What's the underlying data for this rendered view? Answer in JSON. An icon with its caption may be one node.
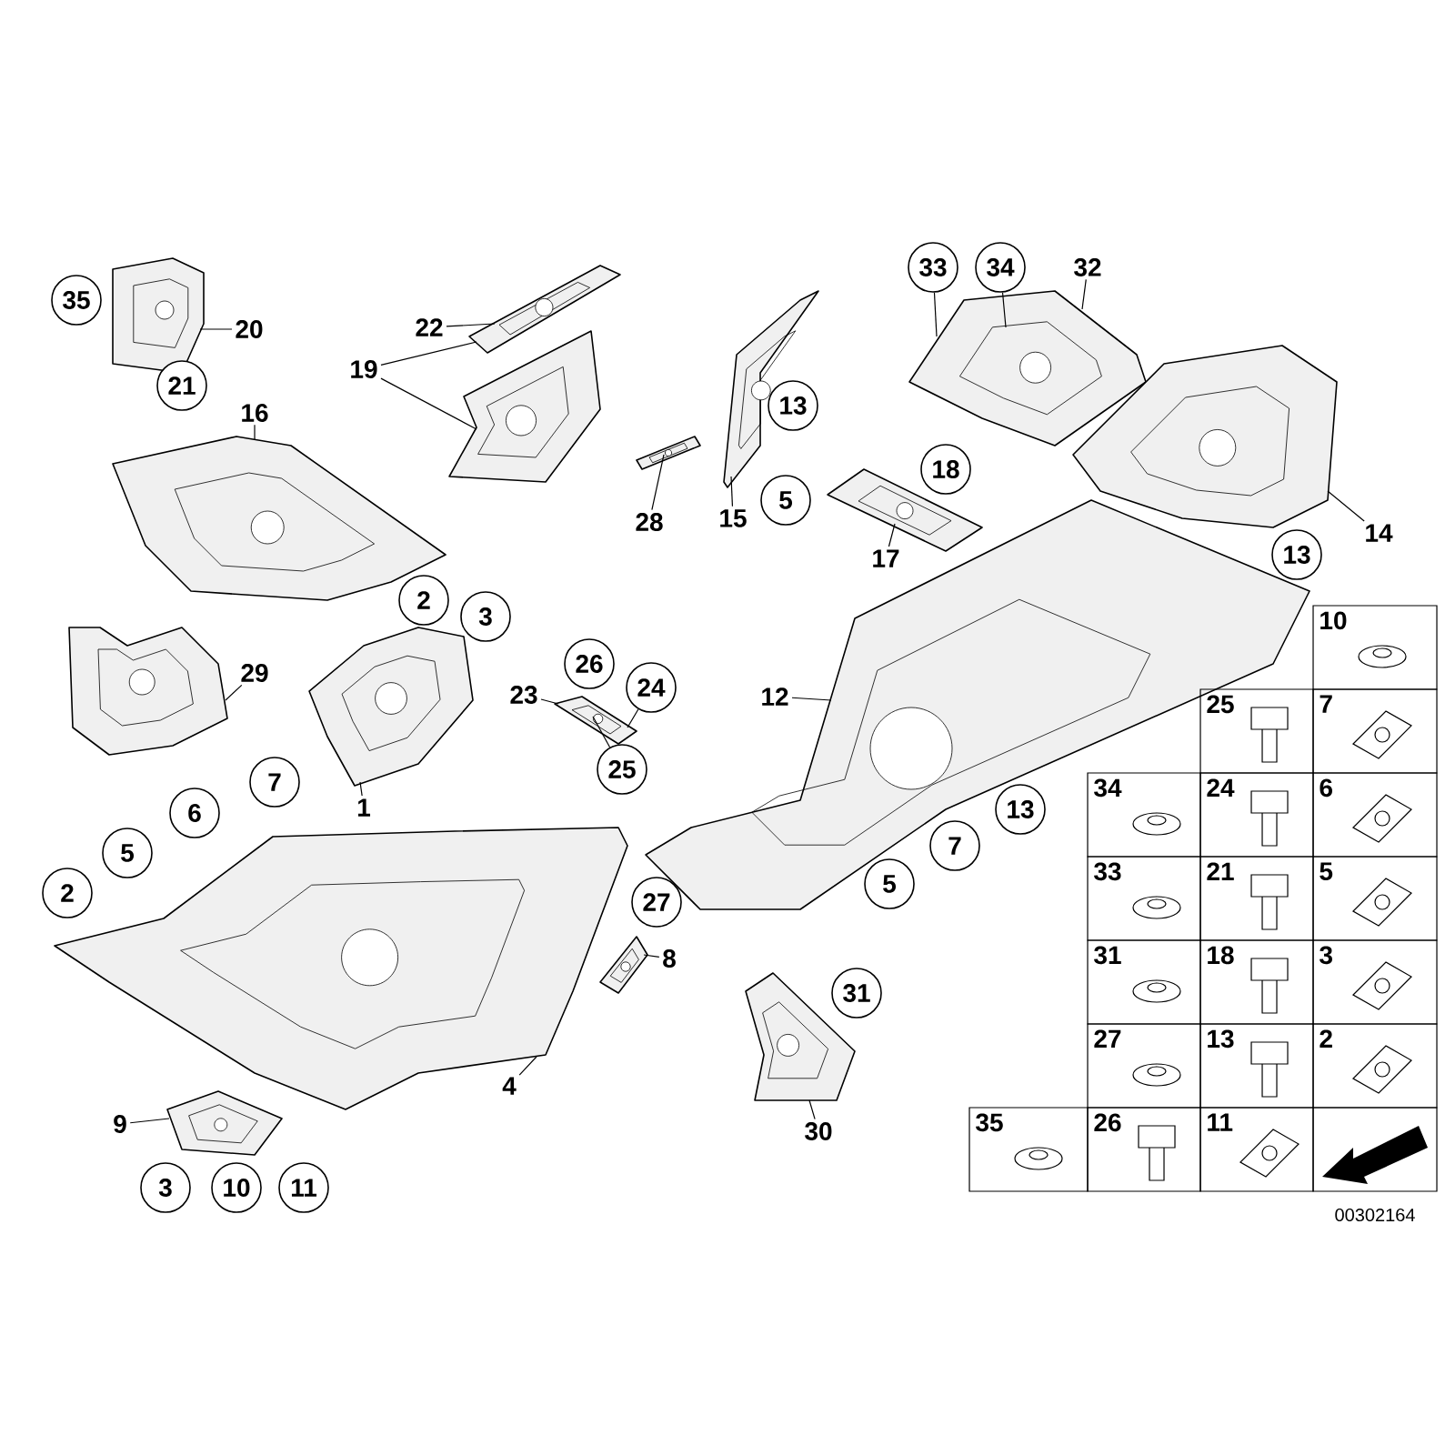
{
  "diagram": {
    "nodes": [
      {
        "text": [
          "20"
        ]
      },
      {
        "text": [],
        "shape": "picture"
      },
      {
        "text": [
          "22"
        ]
      },
      {
        "text": [],
        "shape": "picture"
      },
      {
        "text": [
          "19"
        ]
      },
      {
        "text": [],
        "shape": "picture"
      },
      {
        "text": [
          "16"
        ]
      },
      {
        "text": [],
        "shape": "picture"
      },
      {
        "text": [
          "33"
        ]
      },
      {
        "text": [
          "34"
        ]
      },
      {
        "text": [
          "32"
        ]
      },
      {
        "text": [],
        "shape": "picture"
      },
      {
        "text": [
          "28"
        ]
      },
      {
        "text": [],
        "shape": "picture"
      },
      {
        "text": [
          "15"
        ]
      },
      {
        "text": [],
        "shape": "picture"
      },
      {
        "text": [
          "14"
        ]
      },
      {
        "text": [],
        "shape": "picture"
      },
      {
        "text": [
          "17"
        ]
      },
      {
        "text": [],
        "shape": "picture"
      },
      {
        "text": [
          "12"
        ]
      },
      {
        "text": [],
        "shape": "picture"
      },
      {
        "text": [
          "29"
        ]
      },
      {
        "text": [],
        "shape": "picture"
      },
      {
        "text": [
          "1"
        ]
      },
      {
        "text": [],
        "shape": "picture"
      },
      {
        "text": [
          "23"
        ]
      },
      {
        "text": [
          "24"
        ]
      },
      {
        "text": [
          "25"
        ]
      },
      {
        "text": [],
        "shape": "picture"
      },
      {
        "text": [
          "4"
        ]
      },
      {
        "text": [],
        "shape": "picture"
      },
      {
        "text": [
          "8"
        ]
      },
      {
        "text": [],
        "shape": "picture"
      },
      {
        "text": [
          "9"
        ]
      },
      {
        "text": [],
        "shape": "picture"
      },
      {
        "text": [
          "30"
        ]
      },
      {
        "text": [],
        "shape": "picture"
      },
      {
        "text": [
          "35"
        ]
      },
      {
        "text": [
          "21"
        ]
      },
      {
        "text": [
          "13"
        ]
      },
      {
        "text": [
          "18"
        ]
      },
      {
        "text": [
          "5"
        ]
      },
      {
        "text": [
          "13"
        ]
      },
      {
        "text": [
          "2"
        ]
      },
      {
        "text": [
          "3"
        ]
      },
      {
        "text": [
          "26"
        ]
      },
      {
        "text": [
          "7"
        ]
      },
      {
        "text": [
          "13"
        ]
      },
      {
        "text": [
          "6"
        ]
      },
      {
        "text": [
          "7"
        ]
      },
      {
        "text": [
          "5"
        ]
      },
      {
        "text": [
          "5"
        ]
      },
      {
        "text": [
          "2"
        ]
      },
      {
        "text": [
          "27"
        ]
      },
      {
        "text": [
          "31"
        ]
      },
      {
        "text": [
          "3"
        ]
      },
      {
        "text": [
          "10"
        ]
      },
      {
        "text": [
          "11"
        ]
      }
    ],
    "edges": [
      {
        "from": 0,
        "to": 1,
        "arrow": "none"
      },
      {
        "from": 2,
        "to": 3,
        "arrow": "none"
      },
      {
        "from": 4,
        "to": 3,
        "arrow": "none"
      },
      {
        "from": 4,
        "to": 5,
        "arrow": "none"
      },
      {
        "from": 6,
        "to": 7,
        "arrow": "none"
      },
      {
        "from": 8,
        "to": 11,
        "arrow": "none"
      },
      {
        "from": 9,
        "to": 11,
        "arrow": "none"
      },
      {
        "from": 10,
        "to": 11,
        "arrow": "none"
      },
      {
        "from": 12,
        "to": 13,
        "arrow": "none"
      },
      {
        "from": 14,
        "to": 15,
        "arrow": "none"
      },
      {
        "from": 16,
        "to": 17,
        "arrow": "none"
      },
      {
        "from": 18,
        "to": 19,
        "arrow": "none"
      },
      {
        "from": 20,
        "to": 21,
        "arrow": "none"
      },
      {
        "from": 22,
        "to": 23,
        "arrow": "none"
      },
      {
        "from": 24,
        "to": 25,
        "arrow": "none"
      },
      {
        "from": 26,
        "to": 29,
        "arrow": "none"
      },
      {
        "from": 27,
        "to": 29,
        "arrow": "none"
      },
      {
        "from": 28,
        "to": 29,
        "arrow": "none"
      },
      {
        "from": 30,
        "to": 31,
        "arrow": "none"
      },
      {
        "from": 32,
        "to": 33,
        "arrow": "none"
      },
      {
        "from": 34,
        "to": 35,
        "arrow": "none"
      },
      {
        "from": 36,
        "to": 37,
        "arrow": "none"
      }
    ],
    "labels": [
      "10",
      "25",
      "7",
      "34",
      "24",
      "6",
      "33",
      "21",
      "5",
      "31",
      "18",
      "3",
      "27",
      "13",
      "2",
      "35",
      "26",
      "11",
      "00302164"
    ]
  }
}
